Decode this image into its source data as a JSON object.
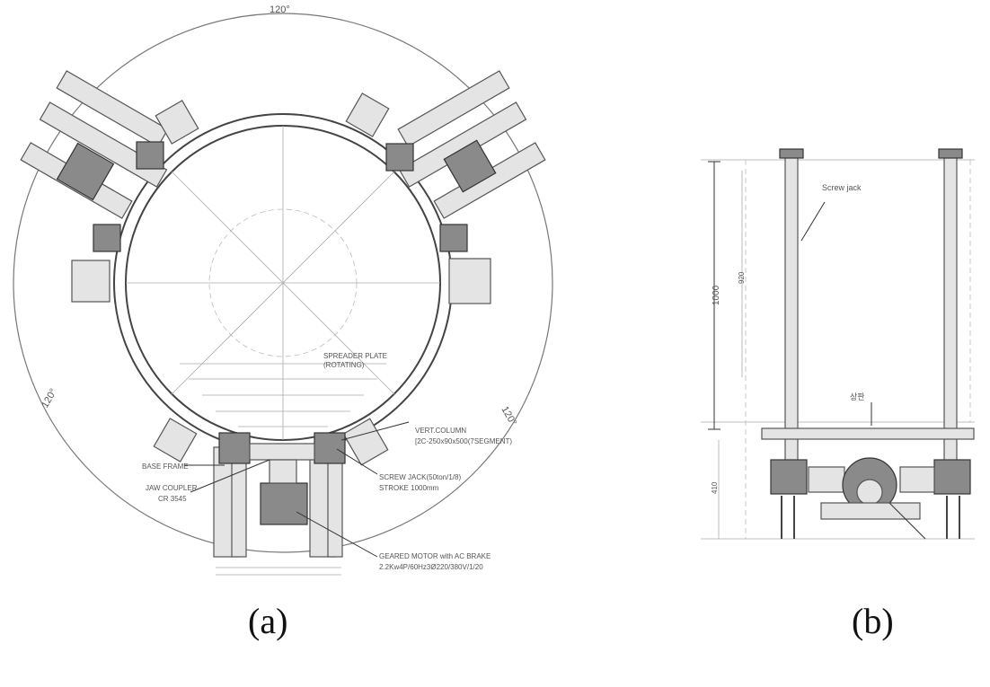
{
  "captions": {
    "a": "(a)",
    "b": "(b)"
  },
  "view_a": {
    "angle_top": "120°",
    "angle_left": "120°",
    "angle_right": "120°",
    "callouts": {
      "vert_column_1": "VERT.COLUMN",
      "vert_column_2": "[2C-250x90x500(7SEGMENT)",
      "base_frame": "BASE FRAME",
      "jaw_coupler_1": "JAW COUPLER",
      "jaw_coupler_2": "CR 3545",
      "screw_jack_1": "SCREW JACK(50ton/1/8)",
      "screw_jack_2": "STROKE 1000mm",
      "geared_motor_1": "GEARED MOTOR with AC BRAKE",
      "geared_motor_2": "2.2Kw4P/60Hz3Ø220/380V/1/20",
      "spreader_plate_1": "SPREADER PLATE",
      "spreader_plate_2": "(ROTATING)"
    }
  },
  "view_b": {
    "screw_jack_label": "Screw jack",
    "dim_total": "1000",
    "dim_upper": "920",
    "dim_lower": "410",
    "top_label": "상판"
  },
  "colors": {
    "line": "#777777",
    "ink": "#333333",
    "paper": "#ffffff"
  }
}
